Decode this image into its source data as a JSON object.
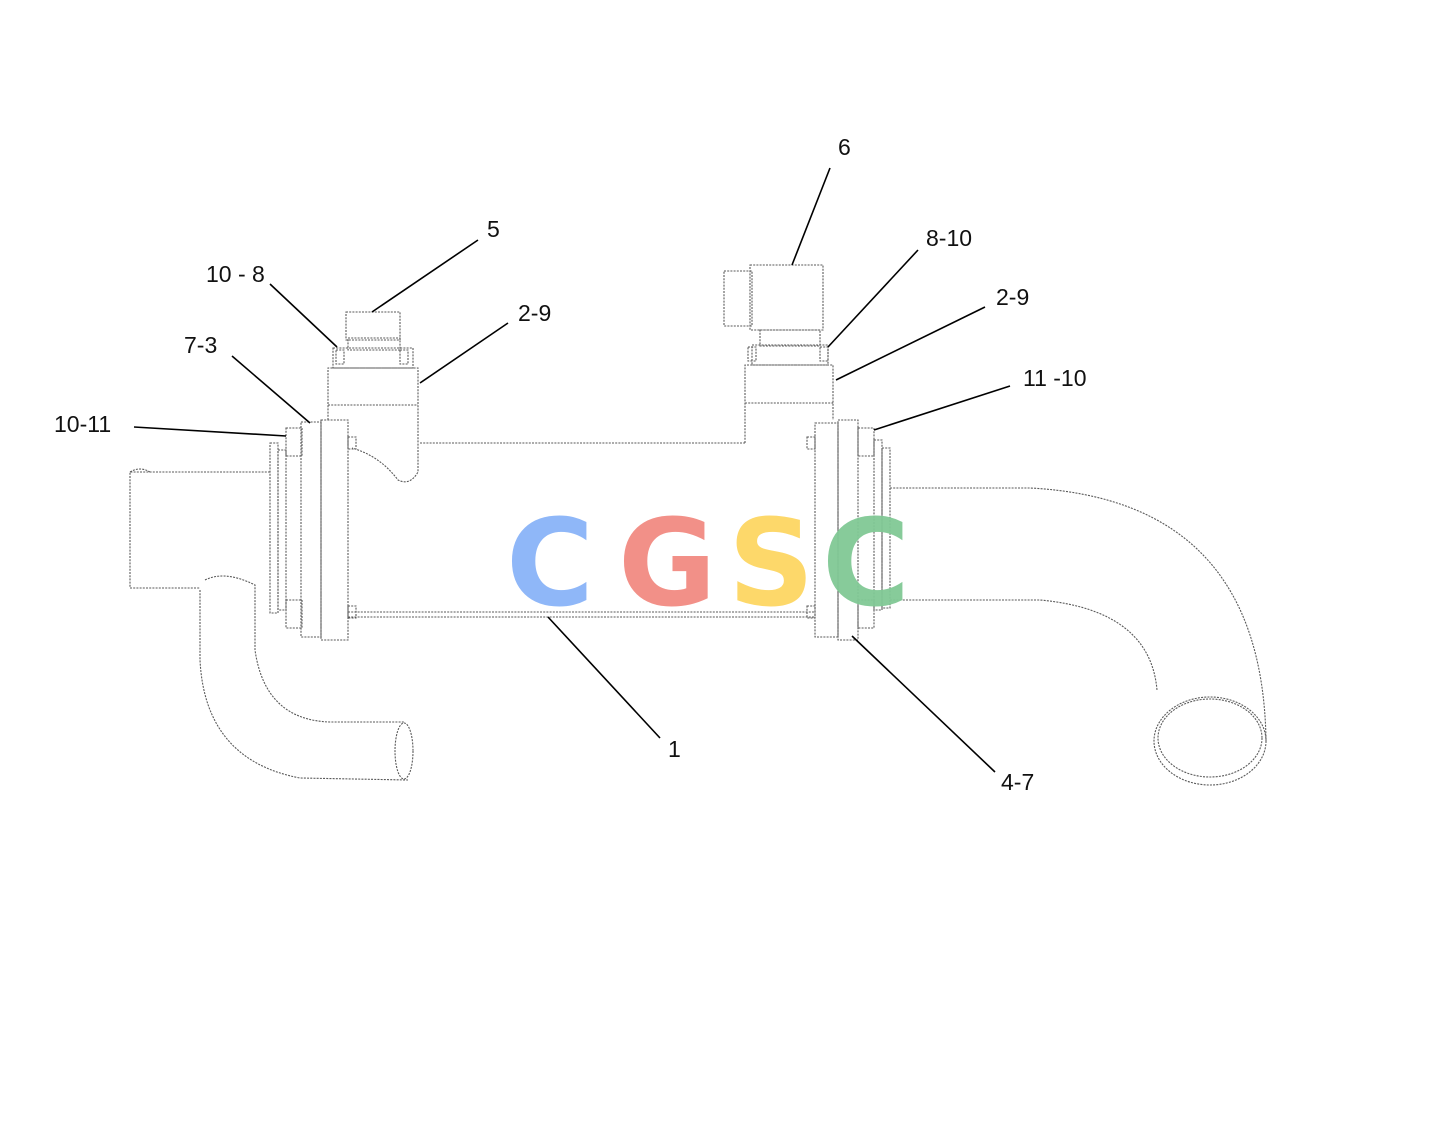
{
  "callouts": [
    {
      "id": "c1",
      "text": "1"
    },
    {
      "id": "c4_7",
      "text": "4-7"
    },
    {
      "id": "c5",
      "text": "5"
    },
    {
      "id": "c6",
      "text": "6"
    },
    {
      "id": "c10_8",
      "text": "10 - 8"
    },
    {
      "id": "c7_3",
      "text": "7-3"
    },
    {
      "id": "c2_9_left",
      "text": "2-9"
    },
    {
      "id": "c10_11",
      "text": "10-11"
    },
    {
      "id": "c8_10",
      "text": "8-10"
    },
    {
      "id": "c2_9_right",
      "text": "2-9"
    },
    {
      "id": "c11_10",
      "text": "11 -10"
    }
  ],
  "watermark": {
    "letters": [
      "C",
      "G",
      "S",
      "C"
    ],
    "colors": [
      "#8ab4f8",
      "#f28b82",
      "#fdd663",
      "#81c995"
    ]
  },
  "drawing": {
    "line_color": "#5a5a5a",
    "leader_color": "#000000"
  }
}
